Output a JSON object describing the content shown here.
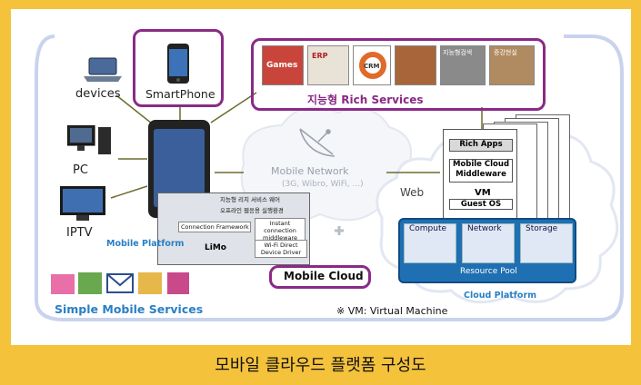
{
  "caption": "모바일 클라우드 플랫폼 구성도",
  "devices": {
    "devices_label": "devices",
    "smartphone_label": "SmartPhone",
    "pc_label": "PC",
    "iptv_label": "IPTV"
  },
  "rich_services": {
    "title": "지능형 Rich Services",
    "thumbs": [
      "Games",
      "ERP",
      "CRM",
      "",
      "지능형검색",
      "증강현실"
    ]
  },
  "mobile_platform": {
    "label": "Mobile Platform",
    "layers": {
      "row1": "지능형 리치 서비스 웨어",
      "row2": "오프라인 웹응용 실행환경",
      "connection_framework": "Connection Framework",
      "instant_connection": "Instant connection middleware",
      "limo": "LiMo",
      "wifi_driver": "Wi-Fi Direct Device Driver"
    }
  },
  "network": {
    "title": "Mobile Network",
    "subtitle": "(3G, Wibro, WiFi, ...)",
    "web_label": "Web"
  },
  "mobile_cloud_label": "Mobile Cloud",
  "vm_stack": {
    "rich_apps": "Rich Apps",
    "middleware": "Mobile Cloud Middleware",
    "vm": "VM",
    "guest_os": "Guest OS"
  },
  "resource_pool": {
    "compute": "Compute",
    "network": "Network",
    "storage": "Storage",
    "label": "Resource Pool"
  },
  "cloud_platform_label": "Cloud Platform",
  "simple_services_label": "Simple Mobile Services",
  "footnote": "※ VM: Virtual Machine",
  "colors": {
    "background": "#f5c23c",
    "accent_purple": "#8a2a86",
    "cloud_blue": "#2a7fc4",
    "pool_blue": "#1f6fb3"
  }
}
